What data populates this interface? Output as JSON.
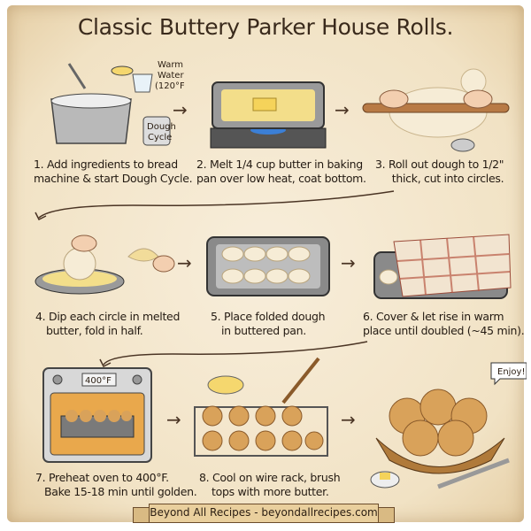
{
  "title": "Classic Buttery Parker House Rolls.",
  "steps": [
    {
      "text1": "1. Add ingredients to bread",
      "text2": "machine & start Dough Cycle."
    },
    {
      "text1": "2. Melt 1/4 cup butter in baking",
      "text2": "pan over low heat, coat bottom."
    },
    {
      "text1": "3. Roll out dough to 1/2\"",
      "text2": "thick, cut into circles."
    },
    {
      "text1": "4. Dip each circle in melted",
      "text2": "butter, fold in half."
    },
    {
      "text1": "5. Place folded dough",
      "text2": "in buttered pan."
    },
    {
      "text1": "6. Cover & let rise in warm",
      "text2": "place until doubled (~45 min)."
    },
    {
      "text1": "7. Preheat oven to 400°F.",
      "text2": "Bake 15-18 min until golden."
    },
    {
      "text1": "8. Cool on wire rack, brush",
      "text2": "tops with more butter."
    }
  ],
  "labels": {
    "water1": "Warm",
    "water2": "Water",
    "water3": "(120°F)",
    "dough1": "Dough",
    "dough2": "Cycle",
    "oven": "400°F",
    "enjoy": "Enjoy!"
  },
  "footer": "Beyond All Recipes - beyondallrecipes.com",
  "colors": {
    "ink": "#3a2a1c",
    "paper": "#f4e7cc",
    "butter": "#f5d76e",
    "roll": "#d9a25a"
  }
}
